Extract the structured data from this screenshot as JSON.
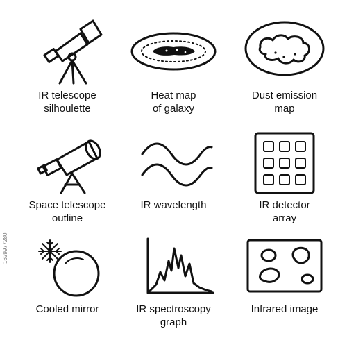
{
  "icons": [
    {
      "icon": "ir-telescope-silhouette-icon",
      "label": "IR telescope\nsilhoulette"
    },
    {
      "icon": "galaxy-heat-map-icon",
      "label": "Heat map\nof galaxy"
    },
    {
      "icon": "dust-emission-map-icon",
      "label": "Dust emission\nmap"
    },
    {
      "icon": "space-telescope-outline-icon",
      "label": "Space telescope\noutline"
    },
    {
      "icon": "ir-wavelength-icon",
      "label": "IR wavelength"
    },
    {
      "icon": "ir-detector-array-icon",
      "label": "IR detector\narray"
    },
    {
      "icon": "cooled-mirror-icon",
      "label": "Cooled mirror"
    },
    {
      "icon": "ir-spectroscopy-graph-icon",
      "label": "IR spectroscopy\ngraph"
    },
    {
      "icon": "infrared-image-icon",
      "label": "Infrared image"
    }
  ],
  "watermark": "1629977280",
  "colors": {
    "stroke": "#111111",
    "background": "#ffffff"
  }
}
